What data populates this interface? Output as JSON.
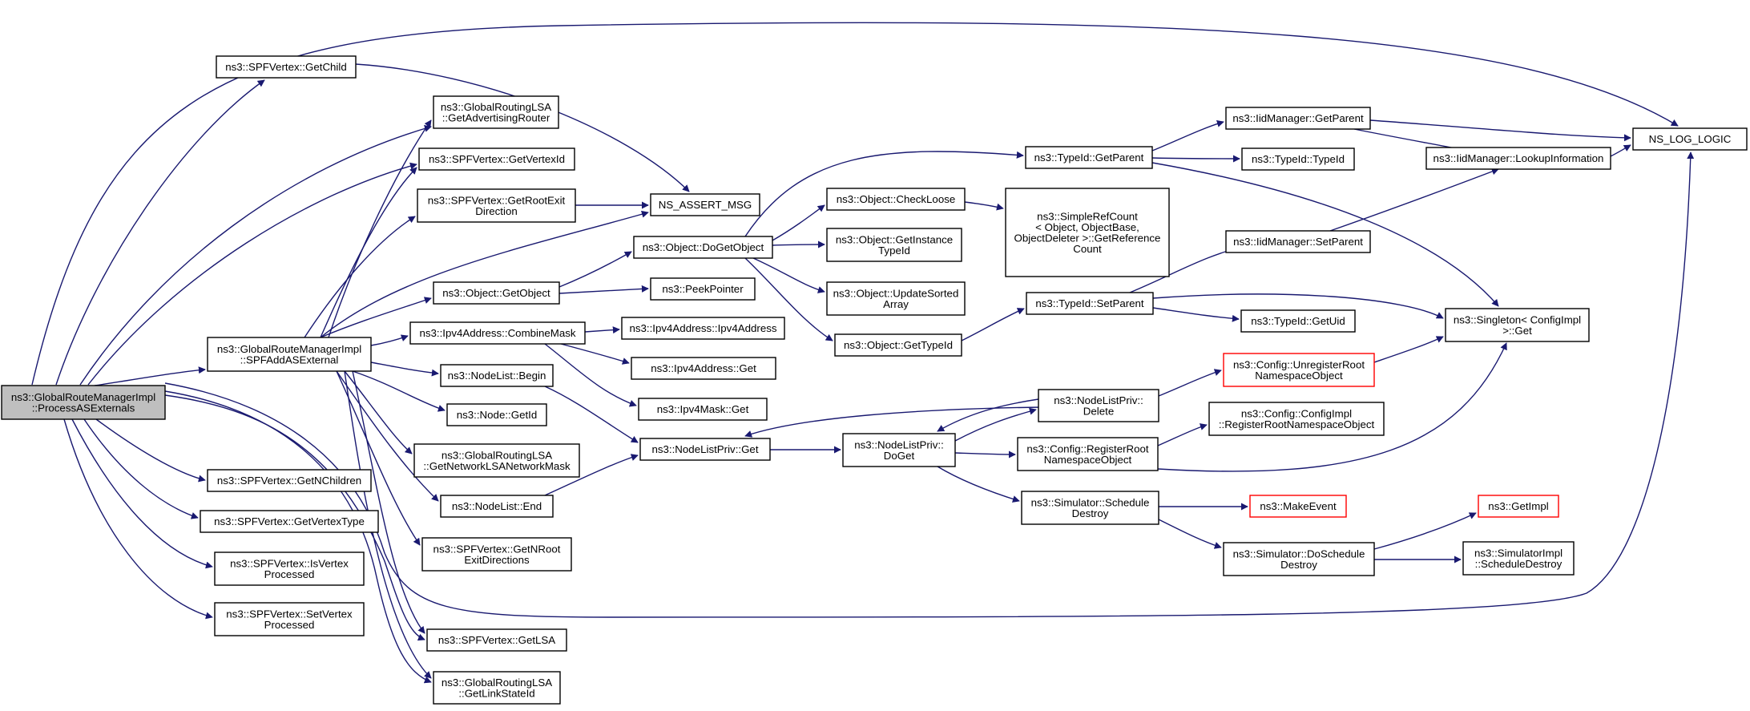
{
  "diagram": {
    "edge_color": "#191970",
    "root_fill": "#bfbfbf",
    "truncated_border": "#ff0000",
    "nodes": {
      "root": {
        "lines": [
          "ns3::GlobalRouteManagerImpl",
          "::ProcessASExternals"
        ],
        "kind": "root"
      },
      "spfadd": {
        "lines": [
          "ns3::GlobalRouteManagerImpl",
          "::SPFAddASExternal"
        ]
      },
      "getchild": {
        "lines": [
          "ns3::SPFVertex::GetChild"
        ]
      },
      "getadv": {
        "lines": [
          "ns3::GlobalRoutingLSA",
          "::GetAdvertisingRouter"
        ]
      },
      "getvid": {
        "lines": [
          "ns3::SPFVertex::GetVertexId"
        ]
      },
      "getrootexit": {
        "lines": [
          "ns3::SPFVertex::GetRootExit",
          "Direction"
        ]
      },
      "assert": {
        "lines": [
          "NS_ASSERT_MSG"
        ]
      },
      "getobject": {
        "lines": [
          "ns3::Object::GetObject"
        ]
      },
      "combinemask": {
        "lines": [
          "ns3::Ipv4Address::CombineMask"
        ]
      },
      "nlbegin": {
        "lines": [
          "ns3::NodeList::Begin"
        ]
      },
      "nodegetid": {
        "lines": [
          "ns3::Node::GetId"
        ]
      },
      "getnetmask": {
        "lines": [
          "ns3::GlobalRoutingLSA",
          "::GetNetworkLSANetworkMask"
        ]
      },
      "nlend": {
        "lines": [
          "ns3::NodeList::End"
        ]
      },
      "getnchildren": {
        "lines": [
          "ns3::SPFVertex::GetNChildren"
        ]
      },
      "getvtype": {
        "lines": [
          "ns3::SPFVertex::GetVertexType"
        ]
      },
      "isvproc": {
        "lines": [
          "ns3::SPFVertex::IsVertex",
          "Processed"
        ]
      },
      "setvproc": {
        "lines": [
          "ns3::SPFVertex::SetVertex",
          "Processed"
        ]
      },
      "getnroot": {
        "lines": [
          "ns3::SPFVertex::GetNRoot",
          "ExitDirections"
        ]
      },
      "getlsa": {
        "lines": [
          "ns3::SPFVertex::GetLSA"
        ]
      },
      "getlinkstate": {
        "lines": [
          "ns3::GlobalRoutingLSA",
          "::GetLinkStateId"
        ]
      },
      "dogetobject": {
        "lines": [
          "ns3::Object::DoGetObject"
        ]
      },
      "peekptr": {
        "lines": [
          "ns3::PeekPointer"
        ]
      },
      "ipv4addr": {
        "lines": [
          "ns3::Ipv4Address::Ipv4Address"
        ]
      },
      "ipv4get": {
        "lines": [
          "ns3::Ipv4Address::Get"
        ]
      },
      "maskget": {
        "lines": [
          "ns3::Ipv4Mask::Get"
        ]
      },
      "nlpget": {
        "lines": [
          "ns3::NodeListPriv::Get"
        ]
      },
      "tgetparent": {
        "lines": [
          "ns3::TypeId::GetParent"
        ]
      },
      "checkloose": {
        "lines": [
          "ns3::Object::CheckLoose"
        ]
      },
      "getinsttid": {
        "lines": [
          "ns3::Object::GetInstance",
          "TypeId"
        ]
      },
      "updsorted": {
        "lines": [
          "ns3::Object::UpdateSorted",
          "Array"
        ]
      },
      "gettypeid": {
        "lines": [
          "ns3::Object::GetTypeId"
        ]
      },
      "nlpdoget": {
        "lines": [
          "ns3::NodeListPriv::",
          "DoGet"
        ]
      },
      "simplerc": {
        "lines": [
          "ns3::SimpleRefCount",
          "< Object, ObjectBase,",
          "ObjectDeleter >::GetReference",
          "Count"
        ]
      },
      "tsetparent": {
        "lines": [
          "ns3::TypeId::SetParent"
        ]
      },
      "nlpdelete": {
        "lines": [
          "ns3::NodeListPriv::",
          "Delete"
        ]
      },
      "cfgregroot": {
        "lines": [
          "ns3::Config::RegisterRoot",
          "NamespaceObject"
        ]
      },
      "simsched": {
        "lines": [
          "ns3::Simulator::Schedule",
          "Destroy"
        ]
      },
      "iidgetparent": {
        "lines": [
          "ns3::IidManager::GetParent"
        ]
      },
      "ttypeid": {
        "lines": [
          "ns3::TypeId::TypeId"
        ]
      },
      "iidsetparent": {
        "lines": [
          "ns3::IidManager::SetParent"
        ]
      },
      "tgetuid": {
        "lines": [
          "ns3::TypeId::GetUid"
        ]
      },
      "cfgunreg": {
        "lines": [
          "ns3::Config::UnregisterRoot",
          "NamespaceObject"
        ],
        "kind": "trunc"
      },
      "cfgimplreg": {
        "lines": [
          "ns3::Config::ConfigImpl",
          "::RegisterRootNamespaceObject"
        ]
      },
      "makeevent": {
        "lines": [
          "ns3::MakeEvent"
        ],
        "kind": "trunc"
      },
      "simdosched": {
        "lines": [
          "ns3::Simulator::DoSchedule",
          "Destroy"
        ]
      },
      "iidlookup": {
        "lines": [
          "ns3::IidManager::LookupInformation"
        ]
      },
      "singleton": {
        "lines": [
          "ns3::Singleton< ConfigImpl",
          " >::Get"
        ]
      },
      "getimpl": {
        "lines": [
          "ns3::GetImpl"
        ],
        "kind": "trunc"
      },
      "simimplsd": {
        "lines": [
          "ns3::SimulatorImpl",
          "::ScheduleDestroy"
        ]
      },
      "nslog": {
        "lines": [
          "NS_LOG_LOGIC"
        ]
      }
    }
  }
}
